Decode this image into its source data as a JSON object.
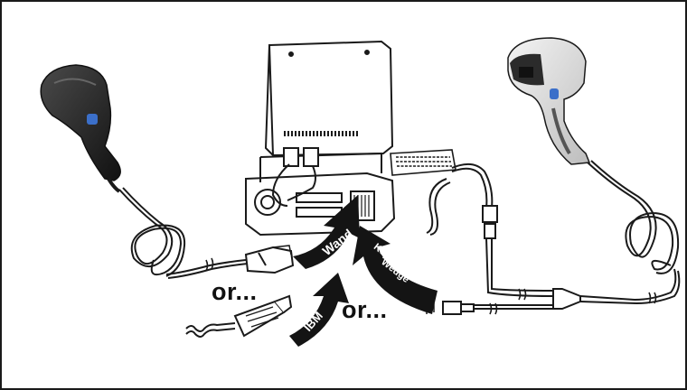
{
  "labels": {
    "or_left": "or...",
    "or_middle": "or...",
    "wand": "Wand",
    "ibm": "IBM",
    "keyboard": "Keyboard",
    "wedge": "Wedge"
  },
  "colors": {
    "line": "#1a1a1a",
    "arrow": "#141414",
    "scanner_dark": "#2b2b2b",
    "scanner_light": "#e9e9e9",
    "trigger_blue": "#3b6fc9"
  }
}
